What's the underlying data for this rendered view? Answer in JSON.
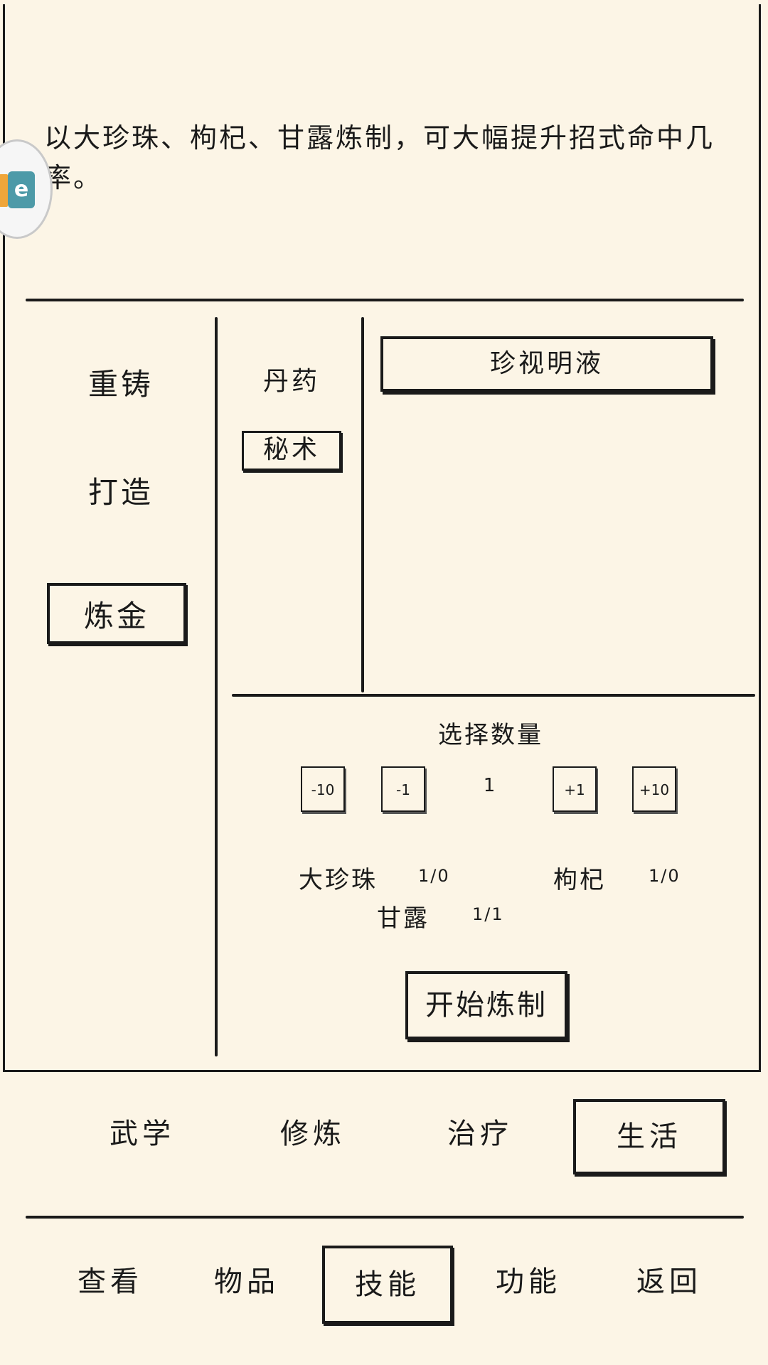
{
  "description": "以大珍珠、枸杞、甘露炼制，可大幅提升招式命中几率。",
  "left_menu": [
    {
      "label": "重铸",
      "selected": false
    },
    {
      "label": "打造",
      "selected": false
    },
    {
      "label": "炼金",
      "selected": true
    }
  ],
  "sub_menu": [
    {
      "label": "丹药",
      "selected": false
    },
    {
      "label": "秘术",
      "selected": true
    }
  ],
  "recipe": {
    "label": "珍视明液"
  },
  "quantity": {
    "title": "选择数量",
    "buttons": [
      "-10",
      "-1",
      "+1",
      "+10"
    ],
    "value": "1"
  },
  "materials": [
    {
      "name": "大珍珠",
      "count": "1/0"
    },
    {
      "name": "枸杞",
      "count": "1/0"
    },
    {
      "name": "甘露",
      "count": "1/1"
    }
  ],
  "start_button": "开始炼制",
  "category_tabs": [
    {
      "label": "武学",
      "selected": false
    },
    {
      "label": "修炼",
      "selected": false
    },
    {
      "label": "治疗",
      "selected": false
    },
    {
      "label": "生活",
      "selected": true
    }
  ],
  "bottom_nav": [
    {
      "label": "查看",
      "selected": false
    },
    {
      "label": "物品",
      "selected": false
    },
    {
      "label": "技能",
      "selected": true
    },
    {
      "label": "功能",
      "selected": false
    },
    {
      "label": "返回",
      "selected": false
    }
  ],
  "floating_badge": {
    "icon": "app-e-icon",
    "letter": "e",
    "colors": {
      "accent": "#f0a63a",
      "brand": "#4d9aa8"
    }
  }
}
